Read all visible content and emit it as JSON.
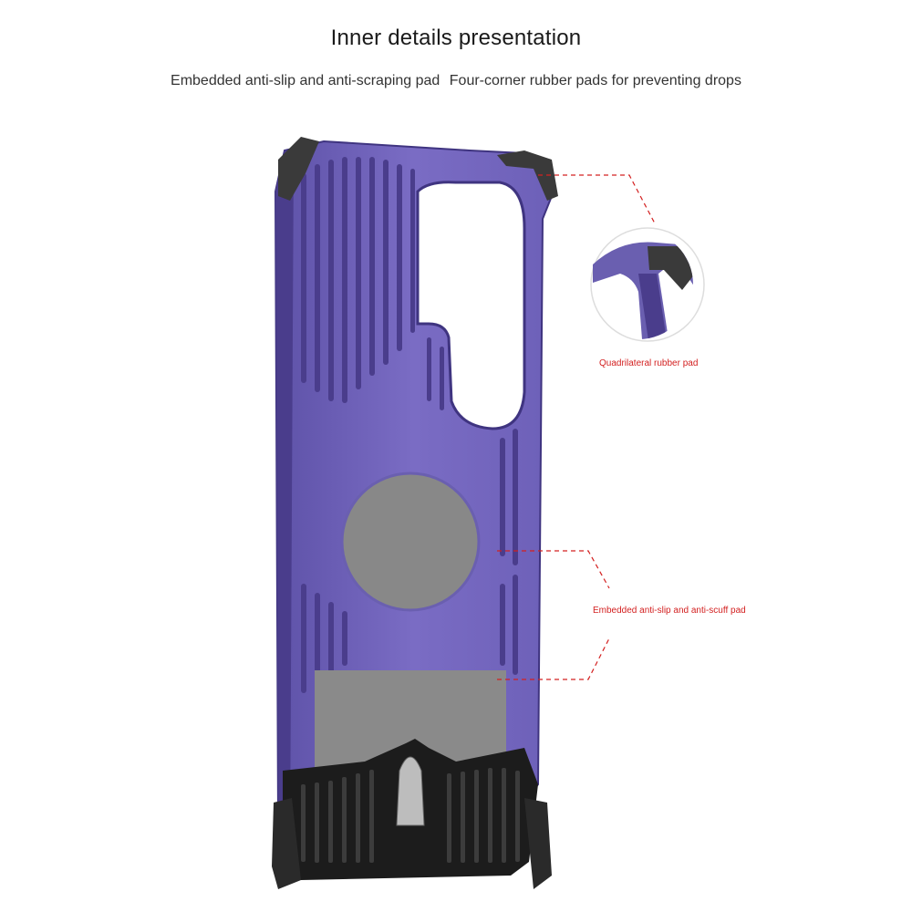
{
  "header": {
    "title": "Inner details presentation",
    "subtitle_left": "Embedded anti-slip and anti-scraping pad",
    "subtitle_right": "Four-corner rubber pads for preventing drops"
  },
  "callouts": {
    "corner_pad": "Quadrilateral rubber pad",
    "anti_slip_pad": "Embedded anti-slip and anti-scuff pad"
  },
  "colors": {
    "case_purple": "#7a6cc4",
    "case_purple_dark": "#4a3d8c",
    "pad_gray": "#8a8a8a",
    "rubber_black": "#1c1c1c",
    "callout_red": "#d32020"
  },
  "icons": [
    "phone-case-illustration",
    "corner-pad-magnifier"
  ]
}
